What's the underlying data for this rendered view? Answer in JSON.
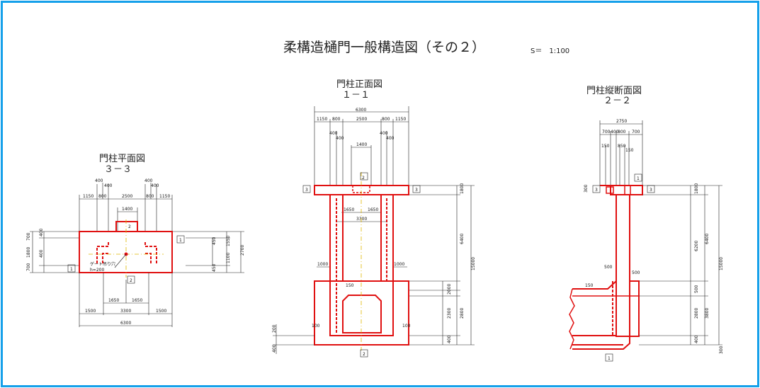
{
  "drawing": {
    "title": "柔構造樋門一般構造図（その２）",
    "scale_label": "S＝　1:100"
  },
  "views": {
    "plan": {
      "title": "門柱平面図",
      "section": "３－３"
    },
    "front": {
      "title": "門柱正面図",
      "section": "１－１"
    },
    "side": {
      "title": "門柱縦断面図",
      "section": "２－２"
    }
  },
  "plan_dims": {
    "top": [
      "1150",
      "800",
      "2500",
      "800",
      "1150"
    ],
    "sub": [
      "400",
      "400",
      "1400",
      "400",
      "400"
    ],
    "left": [
      "700",
      "400",
      "1800",
      "400",
      "700"
    ],
    "right": [
      "450",
      "1550",
      "1100",
      "450",
      "2700"
    ],
    "bottom": [
      "1500",
      "1650",
      "3300",
      "1650",
      "1500",
      "6300"
    ],
    "note": "ゲート吊り穴",
    "note2": "h=200",
    "marks": [
      "1",
      "1",
      "2",
      "2"
    ]
  },
  "front_dims": {
    "top": [
      "6300",
      "1150",
      "800",
      "2500",
      "800",
      "1150"
    ],
    "sub": [
      "400",
      "400",
      "1400",
      "400",
      "400"
    ],
    "mid": [
      "1650",
      "1650",
      "3300",
      "1000",
      "1000",
      "150"
    ],
    "right": [
      "1800",
      "6400",
      "15000",
      "2000",
      "2300",
      "2800",
      "400"
    ],
    "left": [
      "200",
      "400",
      "100",
      "100"
    ],
    "marks": [
      "3",
      "3",
      "2",
      "2"
    ]
  },
  "side_dims": {
    "top": [
      "2750",
      "700",
      "400",
      "800",
      "700",
      "150",
      "850",
      "150"
    ],
    "right": [
      "1800",
      "6400",
      "6200",
      "15000",
      "500",
      "2800",
      "3800",
      "400",
      "300"
    ],
    "mid": [
      "500",
      "500",
      "150"
    ],
    "left": [
      "300"
    ],
    "marks": [
      "3",
      "3",
      "1",
      "1"
    ]
  }
}
